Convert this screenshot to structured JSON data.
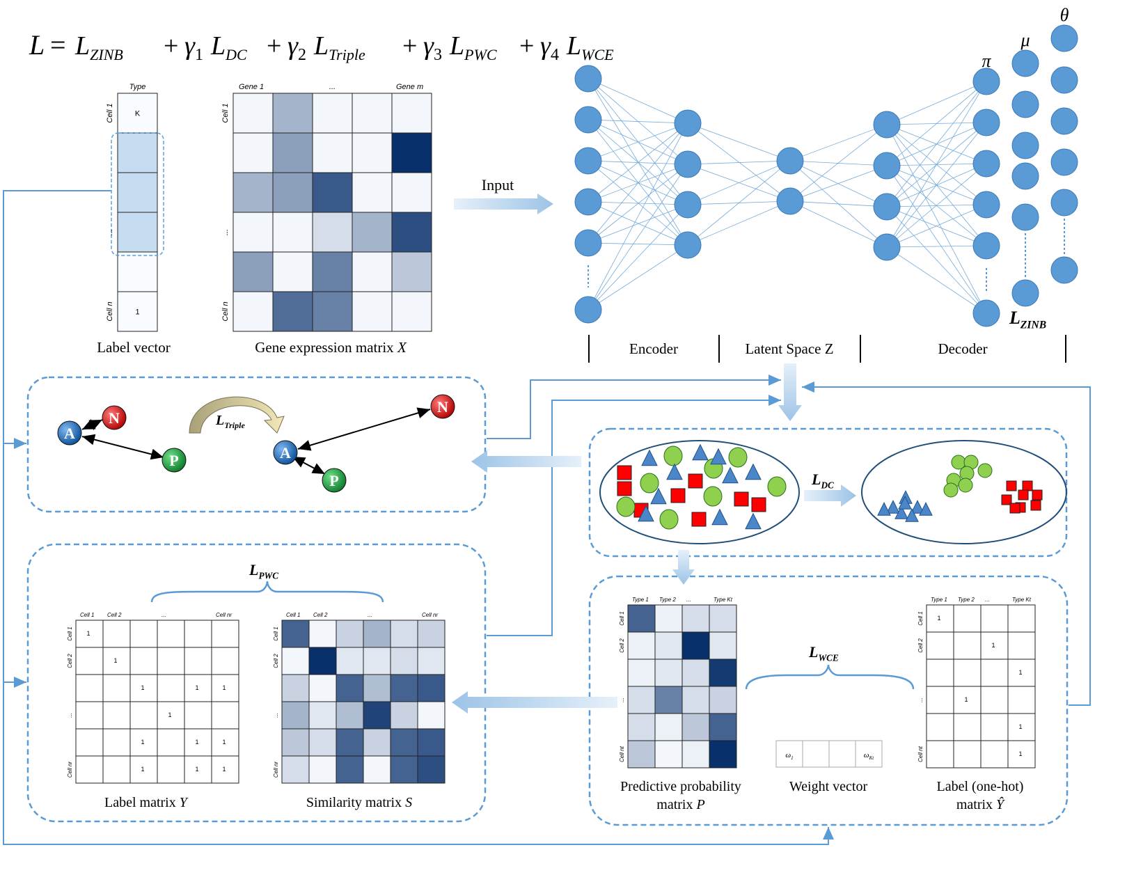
{
  "formula": {
    "L": "L",
    "eq": "=",
    "terms": [
      {
        "coef": "",
        "name": "ZINB"
      },
      {
        "coef": "γ1",
        "name": "DC"
      },
      {
        "coef": "γ2",
        "name": "Triple"
      },
      {
        "coef": "γ3",
        "name": "PWC"
      },
      {
        "coef": "γ4",
        "name": "WCE"
      }
    ]
  },
  "label_vector": {
    "caption": "Label vector",
    "header": "Type",
    "row_labels": [
      "Cell 1",
      "",
      "",
      "...",
      "",
      "Cell n"
    ],
    "cells": [
      "K",
      "",
      "",
      "",
      "",
      "1"
    ]
  },
  "gene_matrix": {
    "caption": "Gene expression matrix",
    "caption_var": "X",
    "col_labels": [
      "Gene 1",
      "",
      "...",
      "",
      "Gene m"
    ],
    "row_labels": [
      "Cell 1",
      "",
      "",
      "...",
      "",
      "Cell n"
    ],
    "intensity": [
      [
        0.02,
        0.35,
        0.02,
        0.02,
        0.02
      ],
      [
        0.02,
        0.45,
        0.02,
        0.02,
        1.0
      ],
      [
        0.35,
        0.45,
        0.8,
        0.02,
        0.02
      ],
      [
        0.02,
        0.02,
        0.15,
        0.35,
        0.85
      ],
      [
        0.45,
        0.02,
        0.6,
        0.02,
        0.25
      ],
      [
        0.02,
        0.7,
        0.6,
        0.02,
        0.02
      ]
    ]
  },
  "input_label": "Input",
  "network": {
    "encoder_label": "Encoder",
    "latent_label": "Latent Space Z",
    "decoder_label": "Decoder",
    "pi": "π",
    "mu": "μ",
    "theta": "θ",
    "zinb_loss": {
      "L": "L",
      "sub": "ZINB"
    },
    "node_color": "#5b9bd5",
    "edge_color": "#5b9bd5"
  },
  "triplet": {
    "loss": {
      "L": "L",
      "sub": "Triple"
    },
    "anchor": "A",
    "negative": "N",
    "positive": "P",
    "anchor_color": "#1f6fc0",
    "negative_color": "#e02020",
    "positive_color": "#1fa03c"
  },
  "clustering": {
    "loss": {
      "L": "L",
      "sub": "DC"
    },
    "square_color": "#ff0000",
    "circle_color": "#8fd14f",
    "triangle_color": "#4a86c8"
  },
  "pwc": {
    "loss": {
      "L": "L",
      "sub": "PWC"
    },
    "label_matrix": {
      "caption": "Label matrix",
      "caption_var": "Y",
      "col_labels": [
        "Cell 1",
        "Cell 2",
        "",
        "...",
        "",
        "Cell nr"
      ],
      "row_labels": [
        "Cell 1",
        "Cell 2",
        "",
        "...",
        "",
        "Cell nr"
      ],
      "cells": [
        [
          "1",
          "",
          "",
          "",
          "",
          ""
        ],
        [
          "",
          "1",
          "",
          "",
          "",
          ""
        ],
        [
          "",
          "",
          "1",
          "",
          "1",
          "1"
        ],
        [
          "",
          "",
          "",
          "1",
          "",
          ""
        ],
        [
          "",
          "",
          "1",
          "",
          "1",
          "1"
        ],
        [
          "",
          "",
          "1",
          "",
          "1",
          "1"
        ]
      ]
    },
    "similarity_matrix": {
      "caption": "Similarity matrix",
      "caption_var": "S",
      "col_labels": [
        "Cell 1",
        "Cell 2",
        "",
        "...",
        "",
        "Cell nr"
      ],
      "row_labels": [
        "Cell 1",
        "Cell 2",
        "",
        "...",
        "",
        "Cell nr"
      ],
      "intensity": [
        [
          0.75,
          0.02,
          0.2,
          0.35,
          0.15,
          0.2
        ],
        [
          0.02,
          1.0,
          0.1,
          0.1,
          0.15,
          0.1
        ],
        [
          0.2,
          0.02,
          0.75,
          0.3,
          0.75,
          0.8
        ],
        [
          0.35,
          0.1,
          0.3,
          0.9,
          0.2,
          0.02
        ],
        [
          0.25,
          0.15,
          0.75,
          0.2,
          0.75,
          0.8
        ],
        [
          0.15,
          0.02,
          0.75,
          0.02,
          0.75,
          0.85
        ]
      ]
    }
  },
  "wce": {
    "loss": {
      "L": "L",
      "sub": "WCE"
    },
    "prob_matrix": {
      "caption_line1": "Predictive probability",
      "caption_line2": "matrix",
      "caption_var": "P",
      "col_labels": [
        "Type 1",
        "Type 2",
        "...",
        "Type Kt"
      ],
      "row_labels": [
        "Cell 1",
        "Cell 2",
        "",
        "...",
        "",
        "Cell nt"
      ],
      "intensity": [
        [
          0.75,
          0.05,
          0.15,
          0.15
        ],
        [
          0.05,
          0.1,
          1.0,
          0.1
        ],
        [
          0.05,
          0.1,
          0.15,
          0.95
        ],
        [
          0.15,
          0.6,
          0.15,
          0.2
        ],
        [
          0.15,
          0.05,
          0.25,
          0.75
        ],
        [
          0.25,
          0.02,
          0.05,
          1.0
        ]
      ]
    },
    "weight_vector": {
      "caption": "Weight vector",
      "cells": [
        "ω1",
        "",
        "",
        "ωKt"
      ]
    },
    "onehot": {
      "caption_line1": "Label (one-hot)",
      "caption_line2": "matrix",
      "caption_var": "Ŷ",
      "col_labels": [
        "Type 1",
        "Type 2",
        "...",
        "Type Kt"
      ],
      "row_labels": [
        "Cell 1",
        "Cell 2",
        "",
        "...",
        "",
        "Cell nt"
      ],
      "cells": [
        [
          "1",
          "",
          "",
          ""
        ],
        [
          "",
          "",
          "1",
          ""
        ],
        [
          "",
          "",
          "",
          "1"
        ],
        [
          "",
          "1",
          "",
          ""
        ],
        [
          "",
          "",
          "",
          "1"
        ],
        [
          "",
          "",
          "",
          "1"
        ]
      ]
    }
  },
  "colors": {
    "box_border": "#5b9bd5",
    "arrow_fill": "#bdd7ee",
    "line": "#5b9bd5",
    "grid": "#222222"
  }
}
